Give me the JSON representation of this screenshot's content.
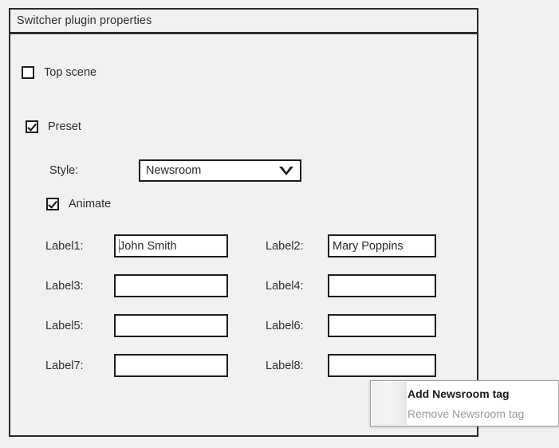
{
  "window": {
    "title": "Switcher plugin properties"
  },
  "form": {
    "top_scene": {
      "label": "Top scene",
      "checked": false
    },
    "preset": {
      "label": "Preset",
      "checked": true
    },
    "style": {
      "label": "Style:",
      "value": "Newsroom",
      "options": [
        "Newsroom"
      ],
      "dropdown_icon": "chevron-down-icon"
    },
    "animate": {
      "label": "Animate",
      "checked": true
    },
    "labels": [
      {
        "label": "Label1:",
        "value": "John Smith",
        "focused": true
      },
      {
        "label": "Label2:",
        "value": "Mary Poppins",
        "focused": false
      },
      {
        "label": "Label3:",
        "value": "",
        "focused": false
      },
      {
        "label": "Label4:",
        "value": "",
        "focused": false
      },
      {
        "label": "Label5:",
        "value": "",
        "focused": false
      },
      {
        "label": "Label6:",
        "value": "",
        "focused": false
      },
      {
        "label": "Label7:",
        "value": "",
        "focused": false
      },
      {
        "label": "Label8:",
        "value": "",
        "focused": false
      }
    ]
  },
  "context_menu": {
    "items": [
      {
        "label": "Add Newsroom tag",
        "enabled": true
      },
      {
        "label": "Remove Newsroom tag",
        "enabled": false
      }
    ]
  },
  "colors": {
    "background": "#f1f1f1",
    "border": "#2b2b2b",
    "control_border": "#1d1d1d",
    "field_background": "#ffffff",
    "text": "#2e2e2e",
    "disabled_text": "#9a9a9a"
  }
}
